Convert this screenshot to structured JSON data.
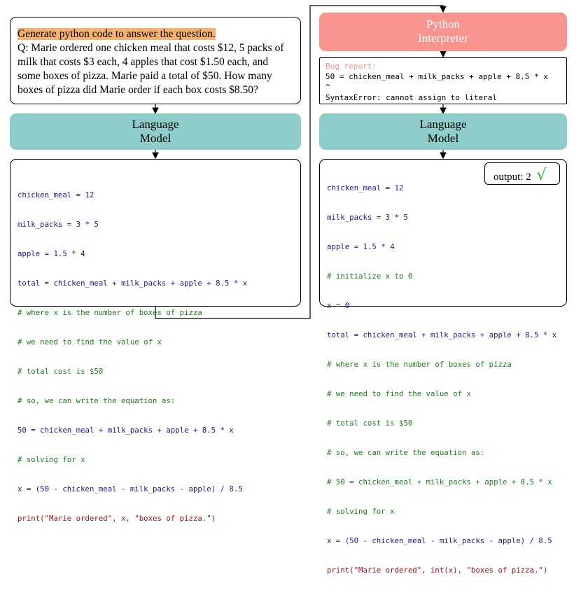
{
  "left": {
    "prompt_instruction": "Generate python code to answer the question.",
    "question": "Q: Marie ordered one chicken meal that costs $12, 5 packs of milk that costs $3 each, 4 apples that cost $1.50 each, and some boxes of pizza. Marie paid a total of $50. How many boxes of pizza did Marie order if each box costs $8.50?",
    "model_label_line1": "Language",
    "model_label_line2": "Model",
    "code_lines": [
      "chicken_meal = 12",
      "milk_packs = 3 * 5",
      "apple = 1.5 * 4",
      "total = chicken_meal + milk_packs + apple + 8.5 * x",
      "# where x is the number of boxes of pizza",
      "# we need to find the value of x",
      "# total cost is $50",
      "# so, we can write the equation as:",
      "50 = chicken_meal + milk_packs + apple + 8.5 * x",
      "# solving for x",
      "x = (50 - chicken_meal - milk_packs - apple) / 8.5",
      "print(\"Marie ordered\", x, \"boxes of pizza.\")"
    ]
  },
  "right": {
    "interpreter_line1": "Python",
    "interpreter_line2": "Interpreter",
    "bug_title": "Bug report:",
    "bug_line1": "50 = chicken_meal + milk_packs + apple + 8.5 * x",
    "bug_line2": "^",
    "bug_line3": "SyntaxError: cannot assign to literal",
    "model_label_line1": "Language",
    "model_label_line2": "Model",
    "output_label": "output: 2",
    "output_check": "√",
    "code_lines": [
      "chicken_meal = 12",
      "milk_packs = 3 * 5",
      "apple = 1.5 * 4",
      "# initialize x to 0",
      "x = 0",
      "total = chicken_meal + milk_packs + apple + 8.5 * x",
      "# where x is the number of boxes of pizza",
      "# we need to find the value of x",
      "# total cost is $50",
      "# so, we can write the equation as:",
      "# 50 = chicken_meal + milk_packs + apple + 8.5 * x",
      "# solving for x",
      "x = (50 - chicken_meal - milk_packs - apple) / 8.5",
      "print(\"Marie ordered\", int(x), \"boxes of pizza.\")"
    ]
  },
  "colors": {
    "language_model": "#8ecdc9",
    "interpreter": "#f6948d",
    "highlight": "#f5b26f",
    "bug_title": "#f6948d",
    "check": "#2fb52f"
  }
}
